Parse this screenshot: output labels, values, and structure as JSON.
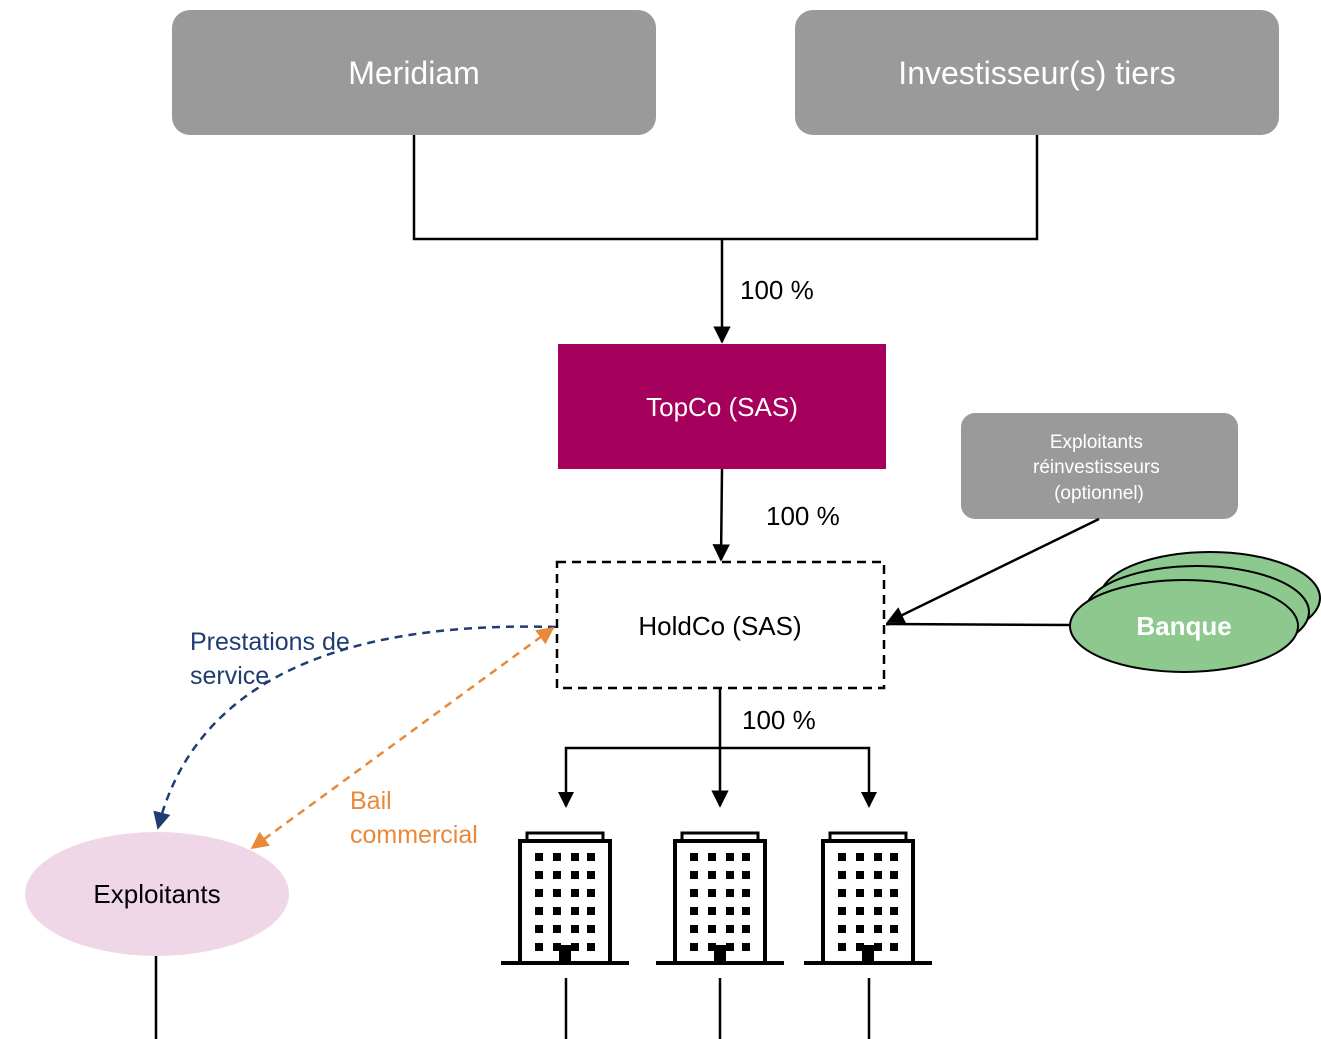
{
  "nodes": {
    "meridiam": "Meridiam",
    "investisseurs_tiers": "Investisseur(s) tiers",
    "topco": "TopCo (SAS)",
    "holdco": "HoldCo (SAS)",
    "exploitants_reinvestisseurs": [
      "Exploitants",
      "réinvestisseurs",
      "(optionnel)"
    ],
    "banque": "Banque",
    "exploitants": "Exploitants"
  },
  "edge_labels": {
    "investors_to_topco": "100 %",
    "topco_to_holdco": "100 %",
    "holdco_to_buildings": "100 %",
    "prestations": [
      "Prestations de",
      "service"
    ],
    "bail": [
      "Bail",
      "commercial"
    ]
  },
  "buildings": [
    {
      "icon": "building-icon"
    },
    {
      "icon": "building-icon"
    },
    {
      "icon": "building-icon"
    }
  ],
  "colors": {
    "grey_box": "#9a9a9a",
    "topco": "#a5005b",
    "banque": "#8dc98f",
    "exploitants": "#f0d7e8",
    "prestations": "#1f3c73",
    "bail": "#e8893a",
    "line": "#000000"
  }
}
